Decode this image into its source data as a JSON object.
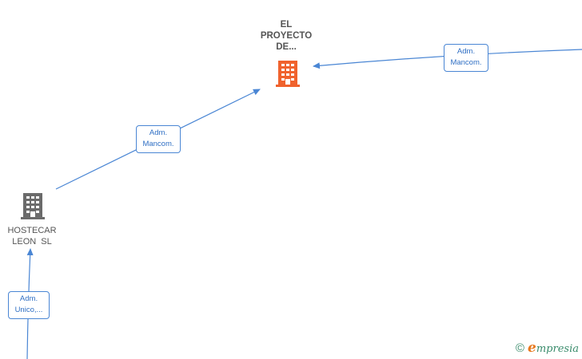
{
  "nodes": {
    "main": {
      "label_line1": "EL",
      "label_line2": "PROYECTO",
      "label_line3": "DE...",
      "color": "#f0622d",
      "icon": "building-icon"
    },
    "hostecar": {
      "label_line1": "HOSTECAR",
      "label_line2": "LEON  SL",
      "color": "#6b6b6b",
      "icon": "building-icon"
    }
  },
  "edges": {
    "hostecar_to_main": {
      "line1": "Adm.",
      "line2": "Mancom."
    },
    "right_to_main": {
      "line1": "Adm.",
      "line2": "Mancom."
    },
    "bottom_to_hostecar": {
      "line1": "Adm.",
      "line2": "Unico,..."
    }
  },
  "colors": {
    "edge": "#4a86d4"
  },
  "brand": {
    "copyright": "©",
    "e": "e",
    "rest": "mpresia"
  }
}
